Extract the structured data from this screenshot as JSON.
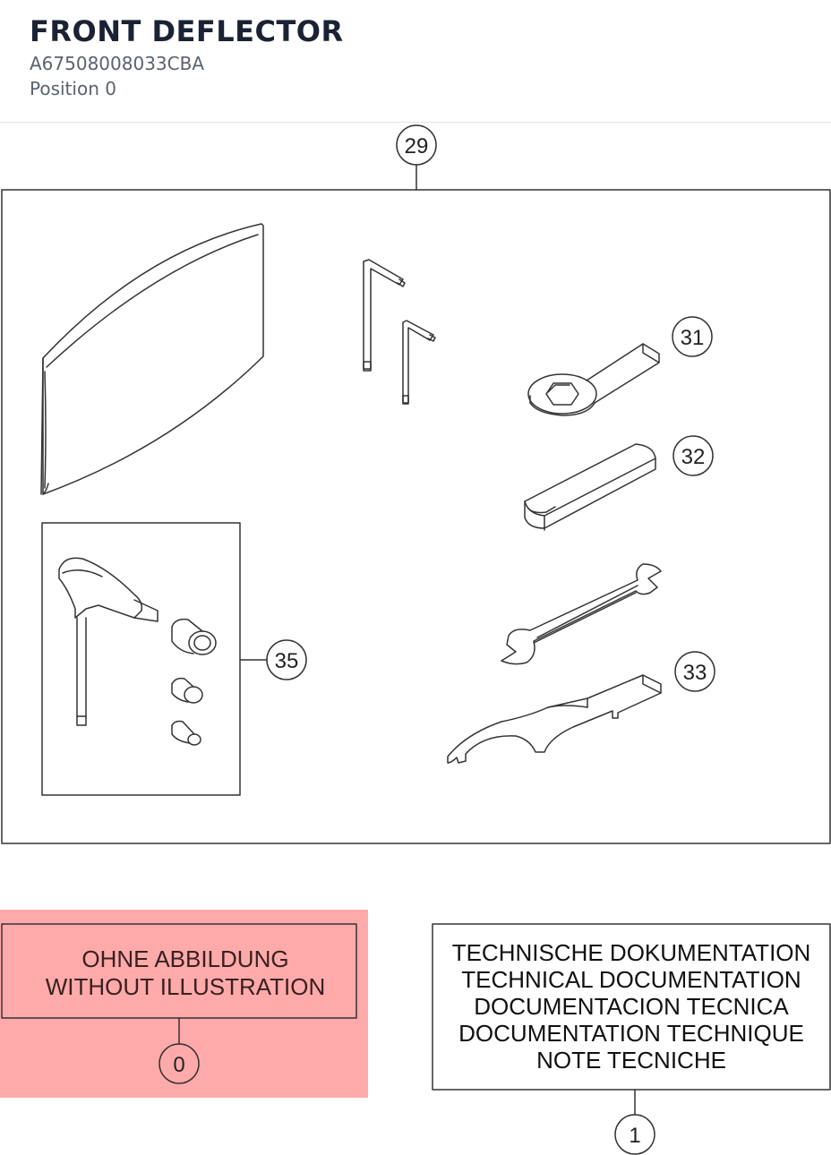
{
  "header": {
    "title": "FRONT DEFLECTOR",
    "part_number": "A67508008033CBA",
    "position": "Position 0"
  },
  "callouts": {
    "c29": "29",
    "c31": "31",
    "c32": "32",
    "c33": "33",
    "c35": "35",
    "c0": "0",
    "c1": "1"
  },
  "without_illustration": {
    "line1": "OHNE ABBILDUNG",
    "line2": "WITHOUT ILLUSTRATION"
  },
  "technical_documentation": {
    "line1": "TECHNISCHE DOKUMENTATION",
    "line2": "TECHNICAL DOCUMENTATION",
    "line3": "DOCUMENTACION TECNICA",
    "line4": "DOCUMENTATION TECHNIQUE",
    "line5": "NOTE TECNICHE"
  },
  "colors": {
    "highlight": "#ffaaaa",
    "line": "#333333",
    "title": "#1a2233",
    "subtitle": "#5a6270"
  }
}
